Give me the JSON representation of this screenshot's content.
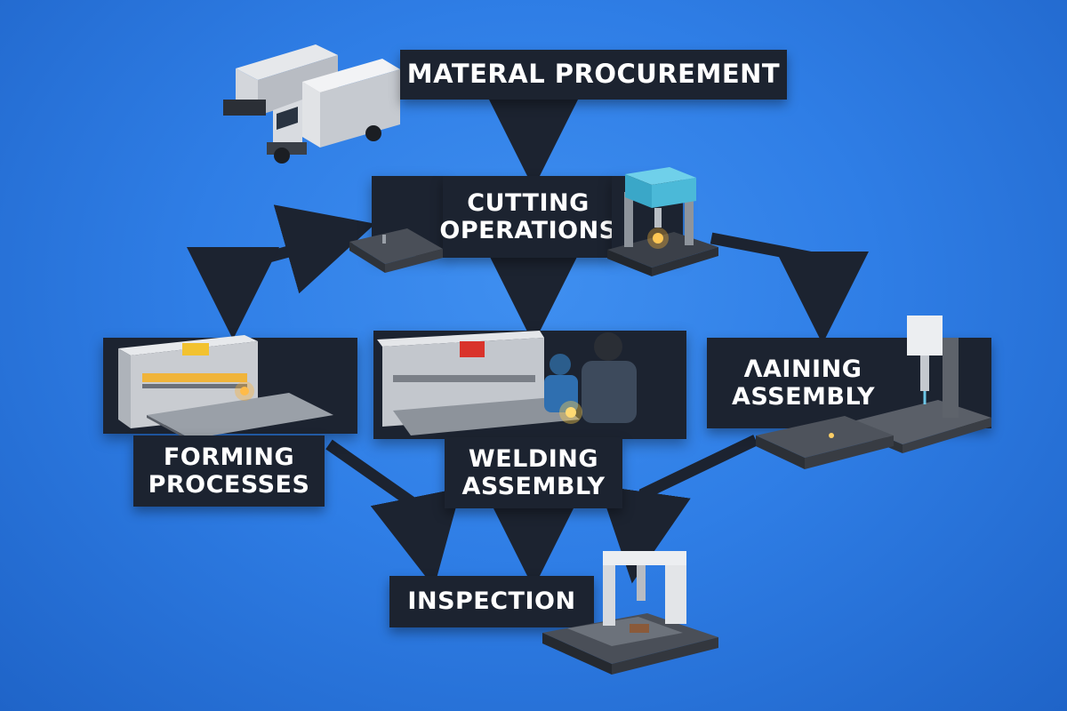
{
  "nodes": {
    "material_procurement": {
      "label": "MATERAL PROCUREMENT"
    },
    "cutting_operations": {
      "line1": "CUTTING",
      "line2": "OPERATIONS"
    },
    "forming_processes": {
      "line1": "FORMING",
      "line2": "PROCESSES"
    },
    "welding_assembly": {
      "line1": "WELDING",
      "line2": "ASSEMBLY"
    },
    "machining_assembly": {
      "line1": "ΛAINING",
      "line2": "ASSEMBLY"
    },
    "inspection": {
      "label": "INSPECTION"
    }
  },
  "colors": {
    "background": "#2f7ee6",
    "label_bg": "#1c2330",
    "label_text": "#ffffff",
    "arrow": "#1c2330",
    "machine_metal": "#c9ccd1",
    "accent_yellow": "#f2c230",
    "accent_red": "#d9332b",
    "accent_cyan": "#46b8d6"
  },
  "icons": [
    "delivery-truck-icon",
    "laser-cutter-icon",
    "press-brake-icon",
    "welders-icon",
    "cnc-machine-icon",
    "inspection-machine-icon",
    "metal-plate-icon"
  ]
}
